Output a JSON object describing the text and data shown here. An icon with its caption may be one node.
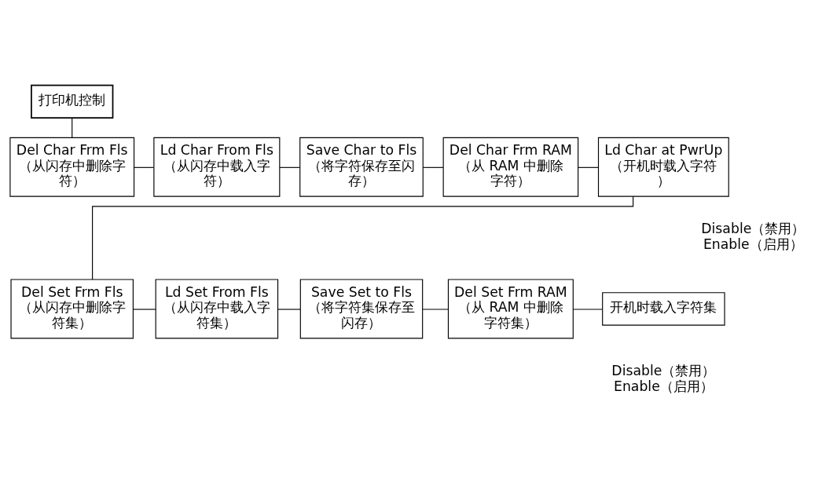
{
  "diagram": {
    "nodes": [
      {
        "text": [
          "打印机控制"
        ]
      },
      {
        "text": [
          "Del Char Frm Fls（从闪存中删除字符）"
        ]
      },
      {
        "text": [
          "Ld Char From Fls（从闪存中载入字符）"
        ]
      },
      {
        "text": [
          "Save Char to Fls（将字符保存至闪存）"
        ]
      },
      {
        "text": [
          "Del Char Frm RAM（从 RAM 中删除字符）"
        ]
      },
      {
        "text": [
          "Ld Char at PwrUp（开机时载入字符）"
        ],
        "beside": [
          "Disable（禁用）",
          "Enable（启用）"
        ]
      },
      {
        "text": [
          "Del Set Frm Fls（从闪存中删除字符集）"
        ]
      },
      {
        "text": [
          "Ld Set From Fls（从闪存中载入字符集）"
        ]
      },
      {
        "text": [
          "Save Set to Fls（将字符集保存至闪存）"
        ]
      },
      {
        "text": [
          "Del Set Frm RAM（从 RAM 中删除字符集）"
        ]
      },
      {
        "text": [
          "开机时载入字符集"
        ],
        "beside": [
          "Disable（禁用）",
          "Enable（启用）"
        ]
      }
    ],
    "edges": [
      {
        "from": 0,
        "to": 1,
        "arrow": "none"
      },
      {
        "from": 1,
        "to": 2,
        "arrow": "none"
      },
      {
        "from": 2,
        "to": 3,
        "arrow": "none"
      },
      {
        "from": 3,
        "to": 4,
        "arrow": "none"
      },
      {
        "from": 4,
        "to": 5,
        "arrow": "none"
      },
      {
        "from": 5,
        "to": 6,
        "arrow": "none"
      },
      {
        "from": 6,
        "to": 7,
        "arrow": "none"
      },
      {
        "from": 7,
        "to": 8,
        "arrow": "none"
      },
      {
        "from": 8,
        "to": 9,
        "arrow": "none"
      },
      {
        "from": 9,
        "to": 10,
        "arrow": "none"
      }
    ]
  }
}
